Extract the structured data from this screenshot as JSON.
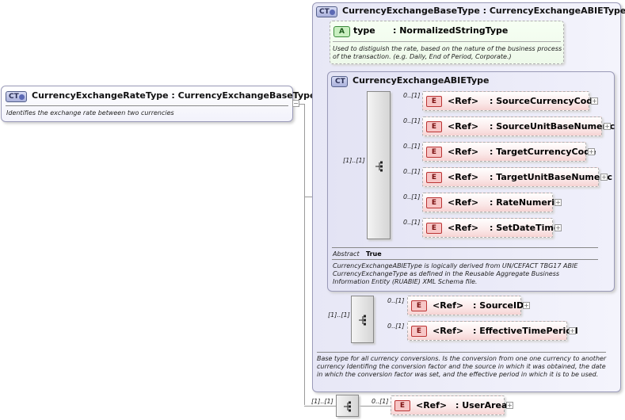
{
  "root": {
    "badge": "CT",
    "title": "CurrencyExchangeRateType : CurrencyExchangeBaseType",
    "description": "Identifies the exchange rate between two currencies"
  },
  "base": {
    "badge": "CT",
    "title": "CurrencyExchangeBaseType : CurrencyExchangeABIEType",
    "description": "Base type for all currency conversions.  Is the conversion from one one currency to another currency Identifing the conversion factor and the source in which it was obtained, the date in which the conversion factor was set, and the effective period in which it is to be used."
  },
  "attribute": {
    "badge": "A",
    "name": "type",
    "type": ": NormalizedStringType",
    "description": "Used to distiguish the rate, based on the nature of the business process of the transaction. (e.g. Daily, End of Period, Corporate.)"
  },
  "abie": {
    "badge": "CT",
    "title": "CurrencyExchangeABIEType",
    "sequence_occurrence": "[1]..[1]",
    "abstract_label": "Abstract",
    "abstract_value": "True",
    "description": "CurrencyExchangeABIEType is logically derived from UN/CEFACT TBG17 ABIE CurrencyExchangeType as defined in the Reusable Aggregate Business Information Entity (RUABIE) XML Schema file.",
    "elements": [
      {
        "occurrence": "0..[1]",
        "badge": "E",
        "ref": "<Ref>",
        "name": ": SourceCurrencyCode"
      },
      {
        "occurrence": "0..[1]",
        "badge": "E",
        "ref": "<Ref>",
        "name": ": SourceUnitBaseNumeric"
      },
      {
        "occurrence": "0..[1]",
        "badge": "E",
        "ref": "<Ref>",
        "name": ": TargetCurrencyCode"
      },
      {
        "occurrence": "0..[1]",
        "badge": "E",
        "ref": "<Ref>",
        "name": ": TargetUnitBaseNumeric"
      },
      {
        "occurrence": "0..[1]",
        "badge": "E",
        "ref": "<Ref>",
        "name": ": RateNumeric"
      },
      {
        "occurrence": "0..[1]",
        "badge": "E",
        "ref": "<Ref>",
        "name": ": SetDateTime"
      }
    ]
  },
  "base_sequence": {
    "occurrence": "[1]..[1]",
    "elements": [
      {
        "occurrence": "0..[1]",
        "badge": "E",
        "ref": "<Ref>",
        "name": ": SourceID"
      },
      {
        "occurrence": "0..[1]",
        "badge": "E",
        "ref": "<Ref>",
        "name": ": EffectiveTimePeriod"
      }
    ]
  },
  "root_sequence": {
    "occurrence": "[1]..[1]",
    "elements": [
      {
        "occurrence": "0..[1]",
        "badge": "E",
        "ref": "<Ref>",
        "name": ": UserArea"
      }
    ]
  },
  "expander_symbol": "+",
  "collapse_symbol": "−"
}
